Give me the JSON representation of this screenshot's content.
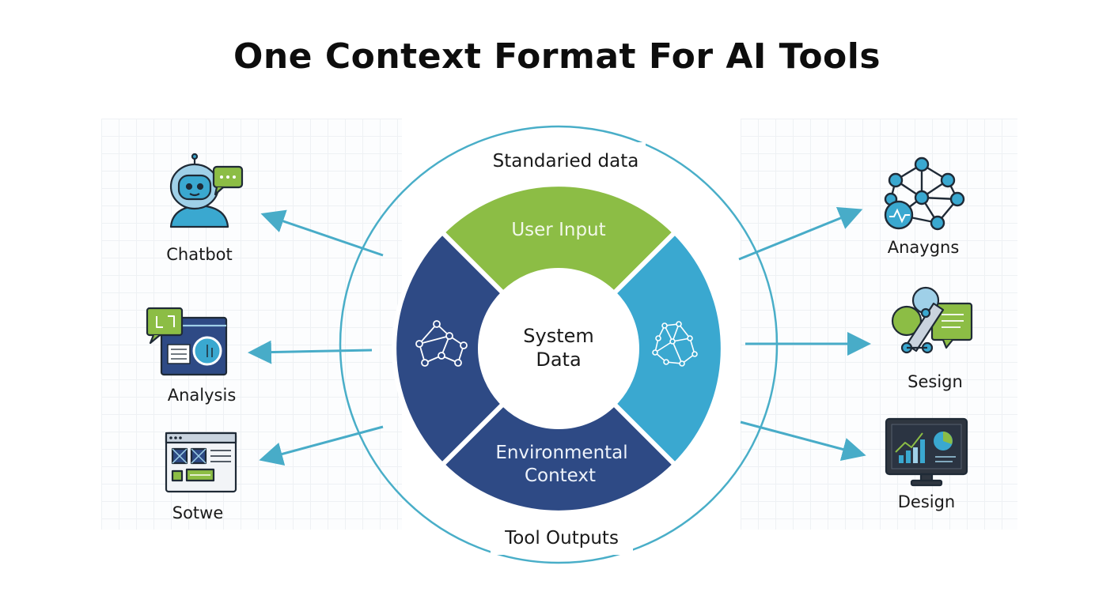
{
  "title": "One Context Format For AI Tools",
  "ring_labels": {
    "top": "Standaried data",
    "bottom": "Tool Outputs"
  },
  "segments": {
    "top": "User Input",
    "bottom_line1": "Environmental",
    "bottom_line2": "Context",
    "left_icon": "network-icon",
    "right_icon": "mesh-network-icon"
  },
  "center": {
    "line1": "System",
    "line2": "Data"
  },
  "tools_left": [
    {
      "label": "Chatbot",
      "icon": "chatbot-icon"
    },
    {
      "label": "Analysis",
      "icon": "analysis-dashboard-icon"
    },
    {
      "label": "Sotwe",
      "icon": "software-window-icon"
    }
  ],
  "tools_right": [
    {
      "label": "Anaygns",
      "icon": "network-analytics-icon"
    },
    {
      "label": "Sesign",
      "icon": "design-document-icon"
    },
    {
      "label": "Design",
      "icon": "monitor-chart-icon"
    }
  ],
  "colors": {
    "green": "#8cbd45",
    "navy": "#2e4a85",
    "sky": "#3aa8d0",
    "ring": "#49aec8",
    "arrow": "#48acc8",
    "icon_outline": "#1f2a36"
  }
}
